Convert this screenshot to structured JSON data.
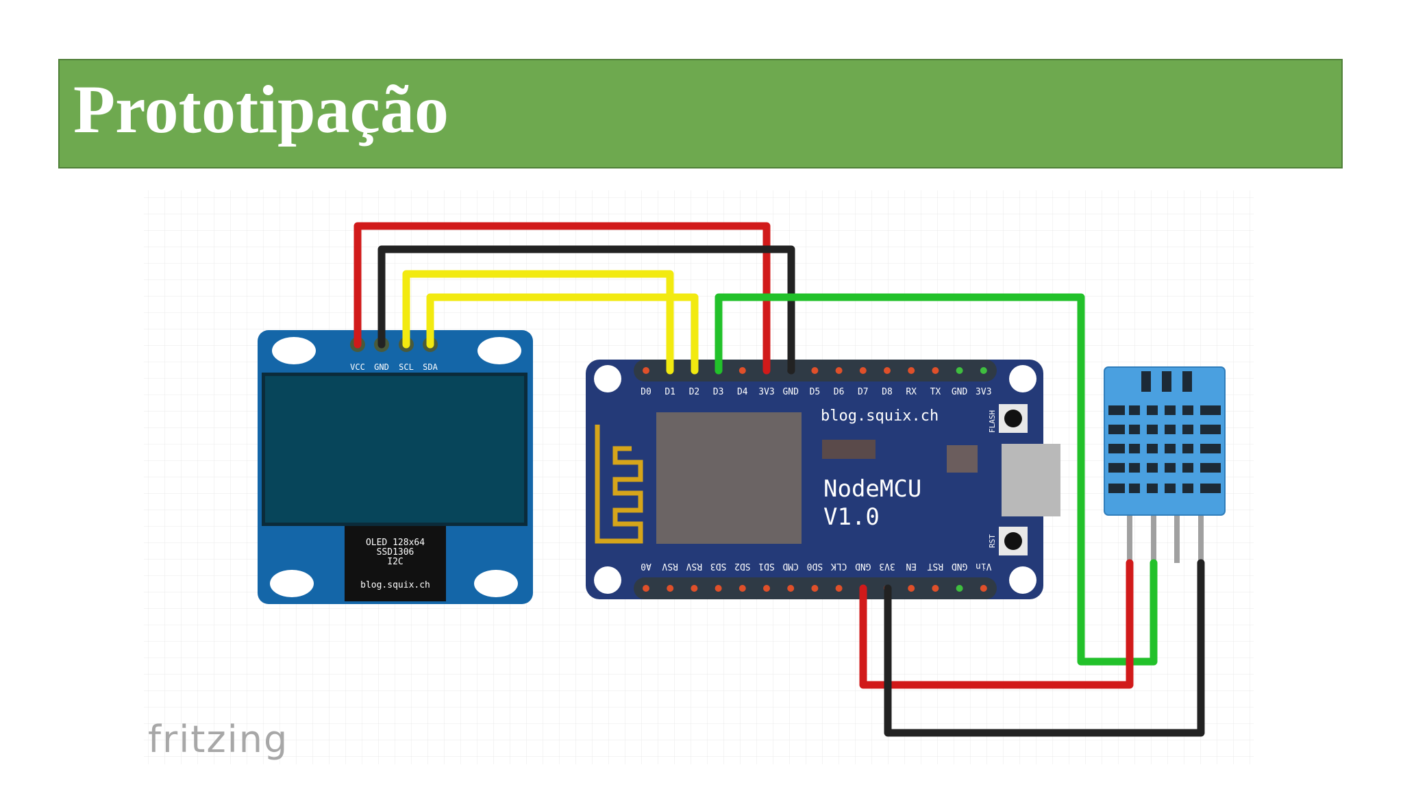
{
  "slide": {
    "title": "Prototipação"
  },
  "oled": {
    "pins": [
      "VCC",
      "GND",
      "SCL",
      "SDA"
    ],
    "chip_lines": [
      "OLED 128x64",
      "SSD1306",
      "I2C"
    ],
    "credit": "blog.squix.ch"
  },
  "nodemcu": {
    "top_pins": [
      "D0",
      "D1",
      "D2",
      "D3",
      "D4",
      "3V3",
      "GND",
      "D5",
      "D6",
      "D7",
      "D8",
      "RX",
      "TX",
      "GND",
      "3V3"
    ],
    "bottom_pins": [
      "A0",
      "RSV",
      "RSV",
      "SD3",
      "SD2",
      "SD1",
      "CMD",
      "SD0",
      "CLK",
      "GND",
      "3V3",
      "EN",
      "RST",
      "GND",
      "Vin"
    ],
    "credit": "blog.squix.ch",
    "name_line1": "NodeMCU",
    "name_line2": "V1.0",
    "flash_label": "FLASH",
    "rst_label": "RST"
  },
  "watermark": "fritzing",
  "colors": {
    "title_bg": "#6ea94f",
    "wire_red": "#d11a1a",
    "wire_black": "#222222",
    "wire_yellow": "#f2ea10",
    "wire_green": "#22c12a",
    "board_blue": "#243a78",
    "oled_blue": "#1466a8",
    "sensor_blue": "#4aa0e0"
  }
}
